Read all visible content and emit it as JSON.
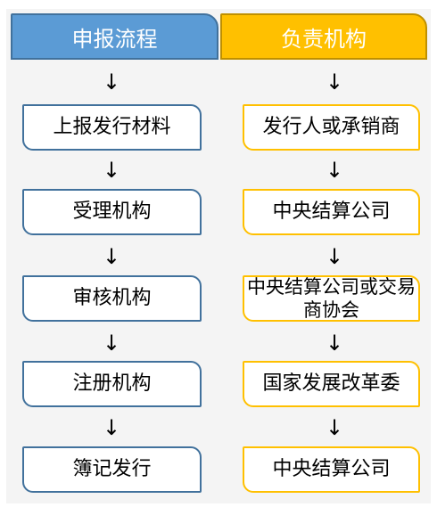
{
  "colors": {
    "process_header": "#5b9bd5",
    "institution_header": "#ffc000",
    "process_border": "#41719c",
    "institution_border": "#ffc000"
  },
  "headers": {
    "process": "申报流程",
    "institution": "负责机构"
  },
  "arrow_glyph": "↓",
  "process_steps": [
    "上报发行材料",
    "受理机构",
    "审核机构",
    "注册机构",
    "簿记发行"
  ],
  "institutions": [
    "发行人或承销商",
    "中央结算公司",
    "中央结算公司或交易商协会",
    "国家发展改革委",
    "中央结算公司"
  ]
}
